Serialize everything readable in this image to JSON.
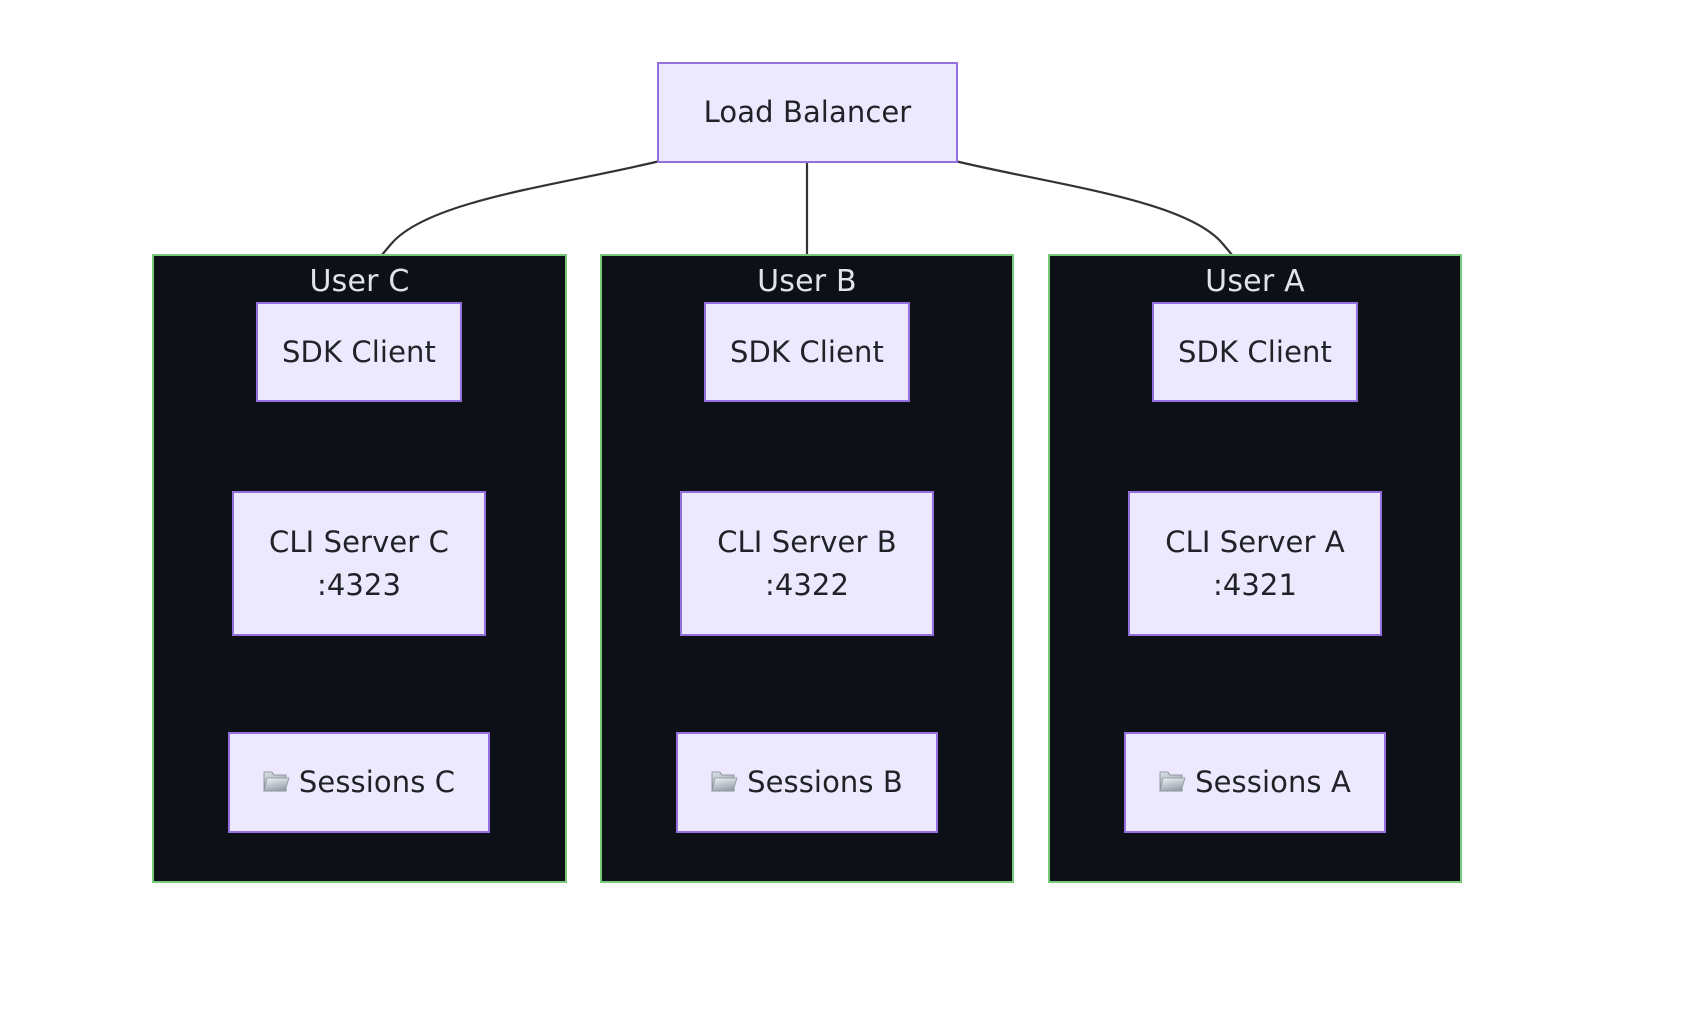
{
  "diagram": {
    "type": "flowchart",
    "direction": "top-down",
    "background_color": "#ffffff",
    "node_fill": "#ece8fd",
    "node_border": "#9370db",
    "node_text_color": "#1f2328",
    "subgraph_fill": "#0d1117",
    "subgraph_border": "#79c879",
    "subgraph_title_color": "#dfe3ec",
    "edge_color": "#333333",
    "root": {
      "id": "load-balancer",
      "label": "Load Balancer"
    },
    "groups": [
      {
        "id": "user-c",
        "title": "User C",
        "nodes": [
          {
            "id": "sdk-client-c",
            "label": "SDK Client",
            "label2": ""
          },
          {
            "id": "cli-server-c",
            "label": "CLI Server C",
            "label2": ":4323"
          },
          {
            "id": "sessions-c",
            "label": "Sessions C",
            "label2": "",
            "icon": "folder-icon"
          }
        ]
      },
      {
        "id": "user-b",
        "title": "User B",
        "nodes": [
          {
            "id": "sdk-client-b",
            "label": "SDK Client",
            "label2": ""
          },
          {
            "id": "cli-server-b",
            "label": "CLI Server B",
            "label2": ":4322"
          },
          {
            "id": "sessions-b",
            "label": "Sessions B",
            "label2": "",
            "icon": "folder-icon"
          }
        ]
      },
      {
        "id": "user-a",
        "title": "User A",
        "nodes": [
          {
            "id": "sdk-client-a",
            "label": "SDK Client",
            "label2": ""
          },
          {
            "id": "cli-server-a",
            "label": "CLI Server A",
            "label2": ":4321"
          },
          {
            "id": "sessions-a",
            "label": "Sessions A",
            "label2": "",
            "icon": "folder-icon"
          }
        ]
      }
    ],
    "edges": [
      {
        "from": "load-balancer",
        "to": "sdk-client-c",
        "style": "curved"
      },
      {
        "from": "load-balancer",
        "to": "sdk-client-b",
        "style": "straight"
      },
      {
        "from": "load-balancer",
        "to": "sdk-client-a",
        "style": "curved"
      },
      {
        "from": "sdk-client-c",
        "to": "cli-server-c",
        "style": "straight"
      },
      {
        "from": "cli-server-c",
        "to": "sessions-c",
        "style": "straight"
      },
      {
        "from": "sdk-client-b",
        "to": "cli-server-b",
        "style": "straight"
      },
      {
        "from": "cli-server-b",
        "to": "sessions-b",
        "style": "straight"
      },
      {
        "from": "sdk-client-a",
        "to": "cli-server-a",
        "style": "straight"
      },
      {
        "from": "cli-server-a",
        "to": "sessions-a",
        "style": "straight"
      }
    ]
  }
}
